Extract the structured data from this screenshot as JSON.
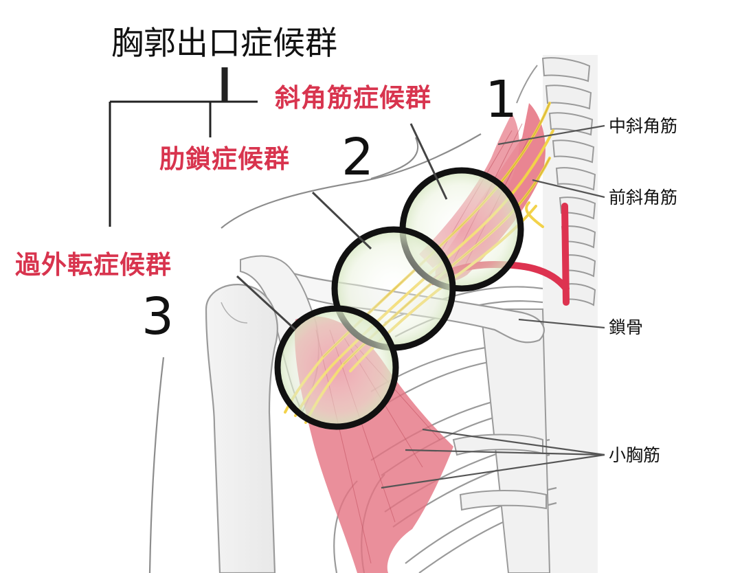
{
  "title": "胸郭出口症候群",
  "syndromes": [
    {
      "label": "斜角筋症候群",
      "number": "1"
    },
    {
      "label": "肋鎖症候群",
      "number": "2"
    },
    {
      "label": "過外転症候群",
      "number": "3"
    }
  ],
  "anatomy_labels": {
    "middle_scalene": "中斜角筋",
    "anterior_scalene": "前斜角筋",
    "clavicle": "鎖骨",
    "pectoralis_minor": "小胸筋"
  },
  "colors": {
    "label_red": "#d8344e",
    "muscle": "#e07a8a",
    "nerve": "#f2d24a",
    "artery": "#dd3350",
    "bone_outline": "#9a9a9a",
    "circle": "#111111"
  }
}
